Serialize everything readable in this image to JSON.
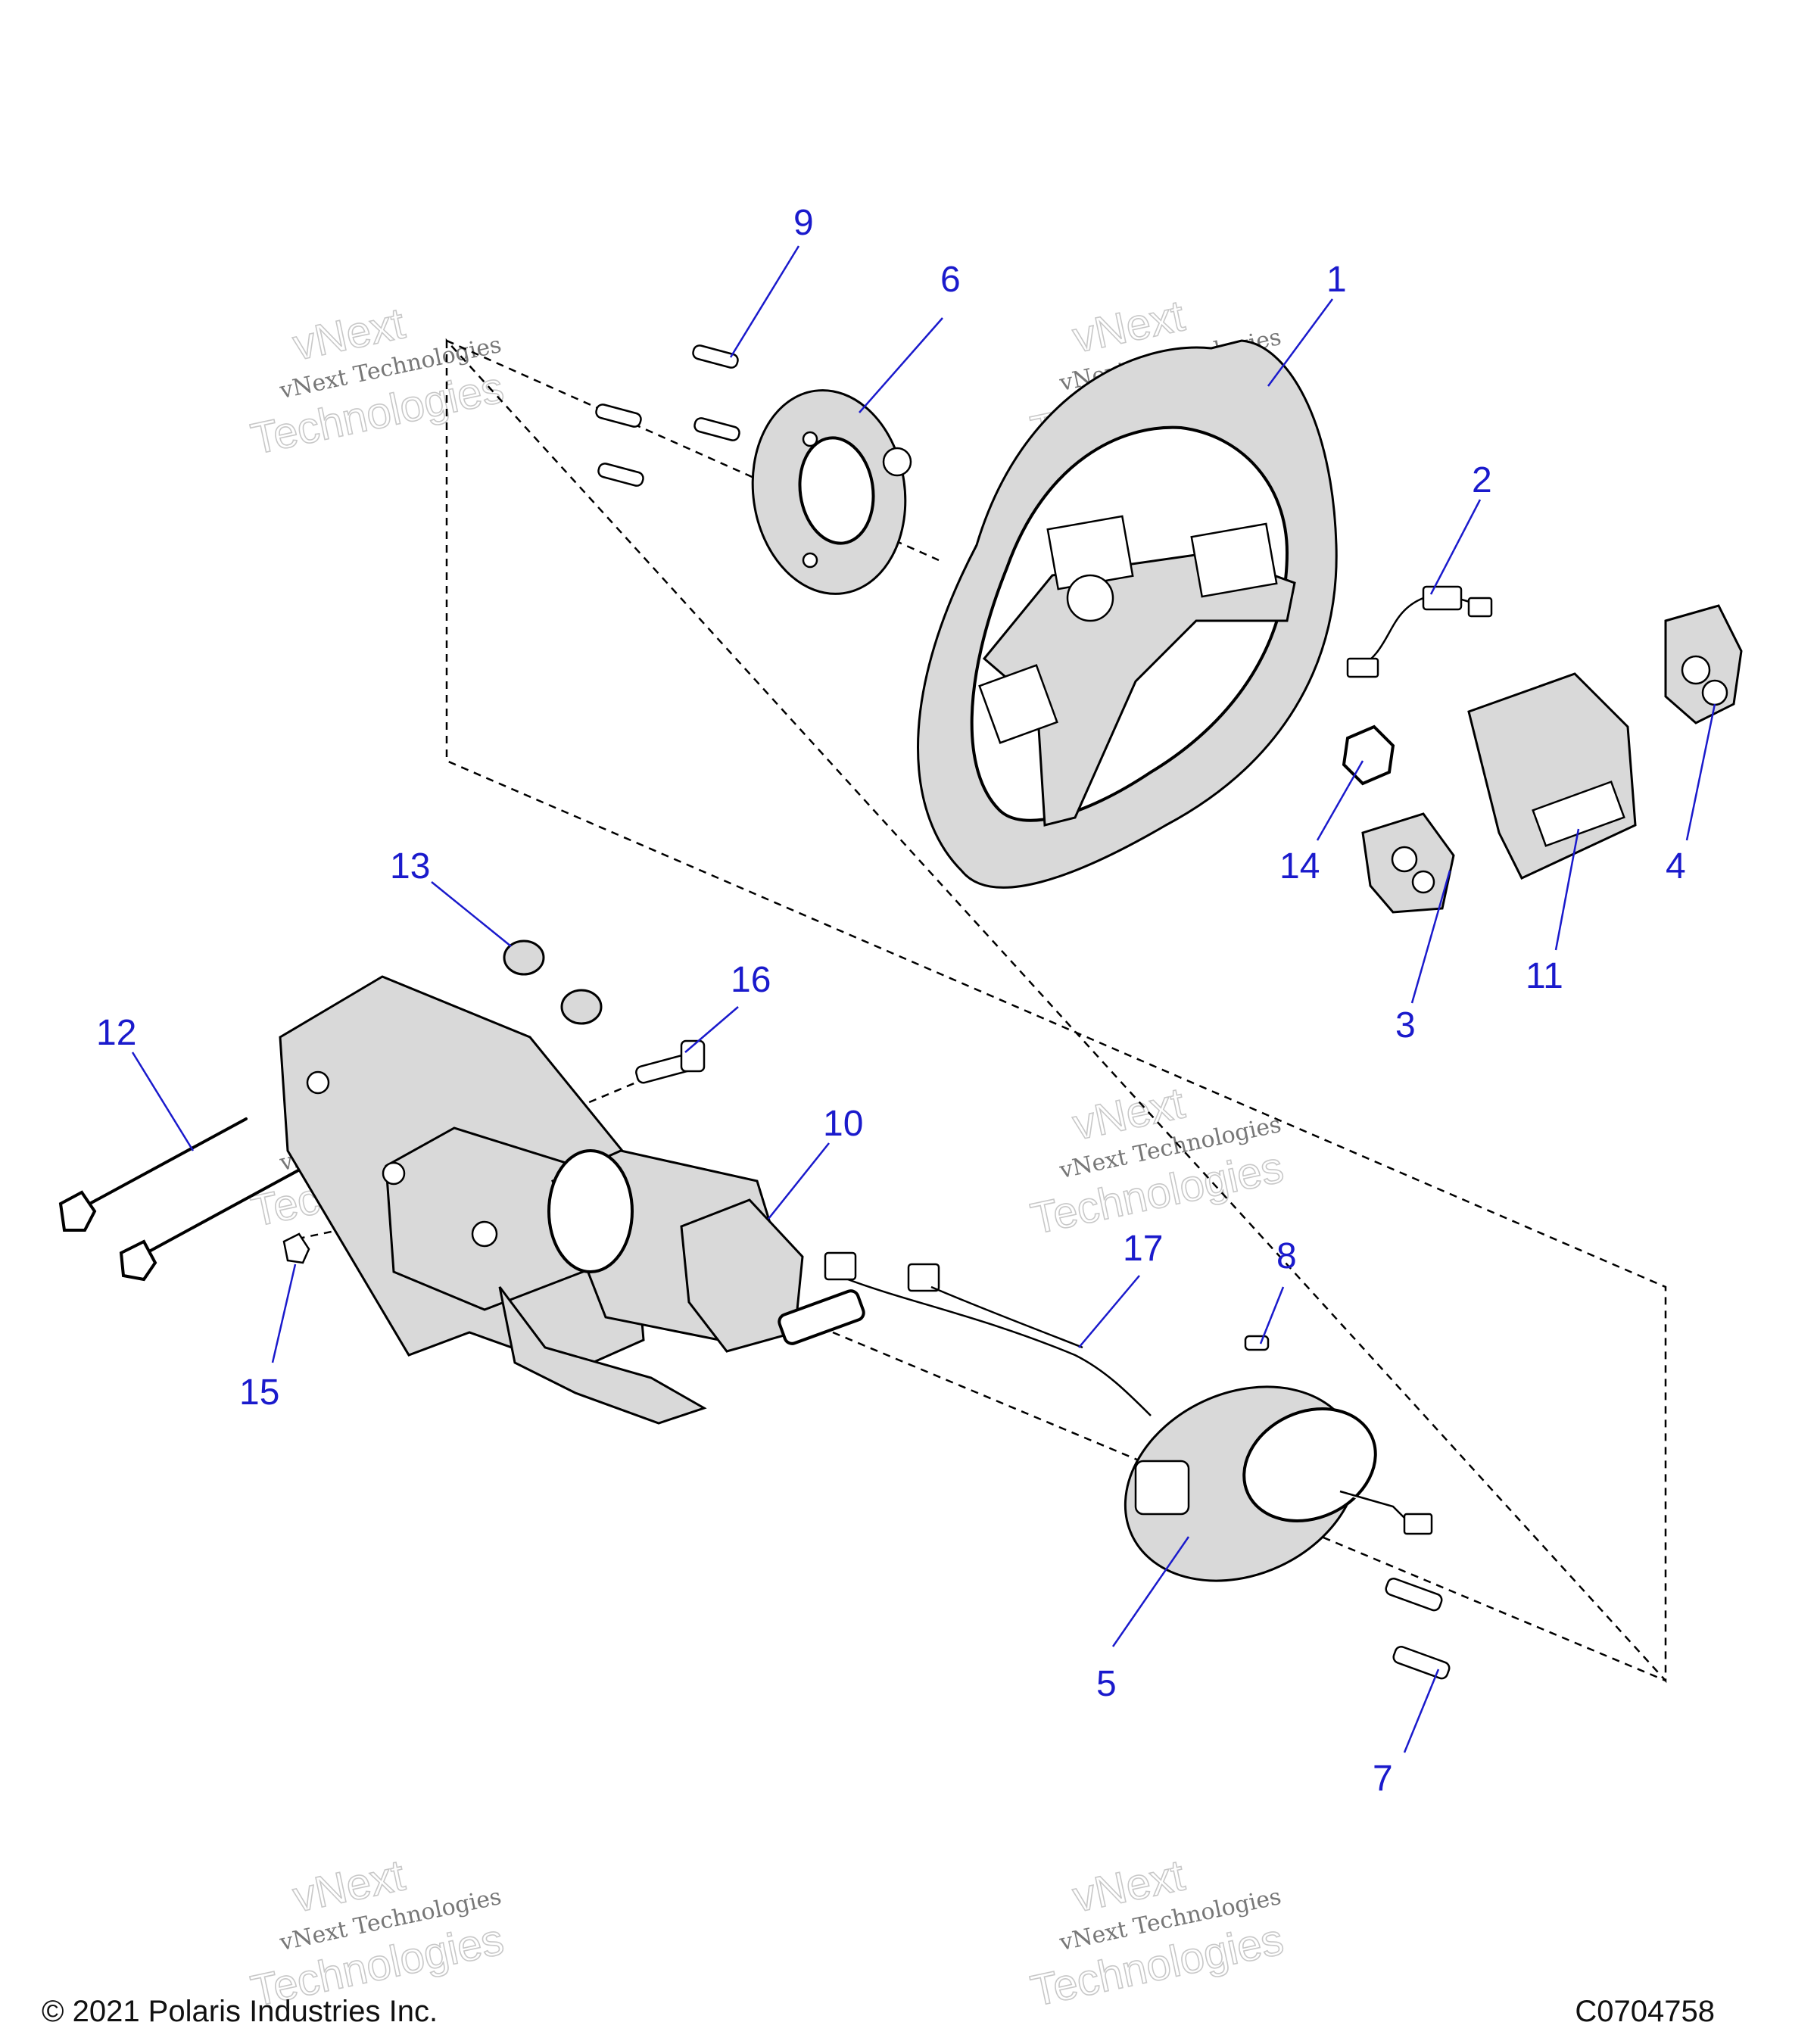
{
  "watermark": {
    "line1": "vNext",
    "line2": "vNext Technologies",
    "line3": "Technologies"
  },
  "callouts": [
    "1",
    "2",
    "3",
    "4",
    "5",
    "6",
    "7",
    "8",
    "9",
    "10",
    "11",
    "12",
    "13",
    "14",
    "15",
    "16",
    "17"
  ],
  "footer": {
    "copyright": "© 2021 Polaris Industries Inc.",
    "code": "C0704758"
  },
  "colors": {
    "callout": "#1a1acc",
    "line": "#000000",
    "shade": "#d9d9d9"
  }
}
